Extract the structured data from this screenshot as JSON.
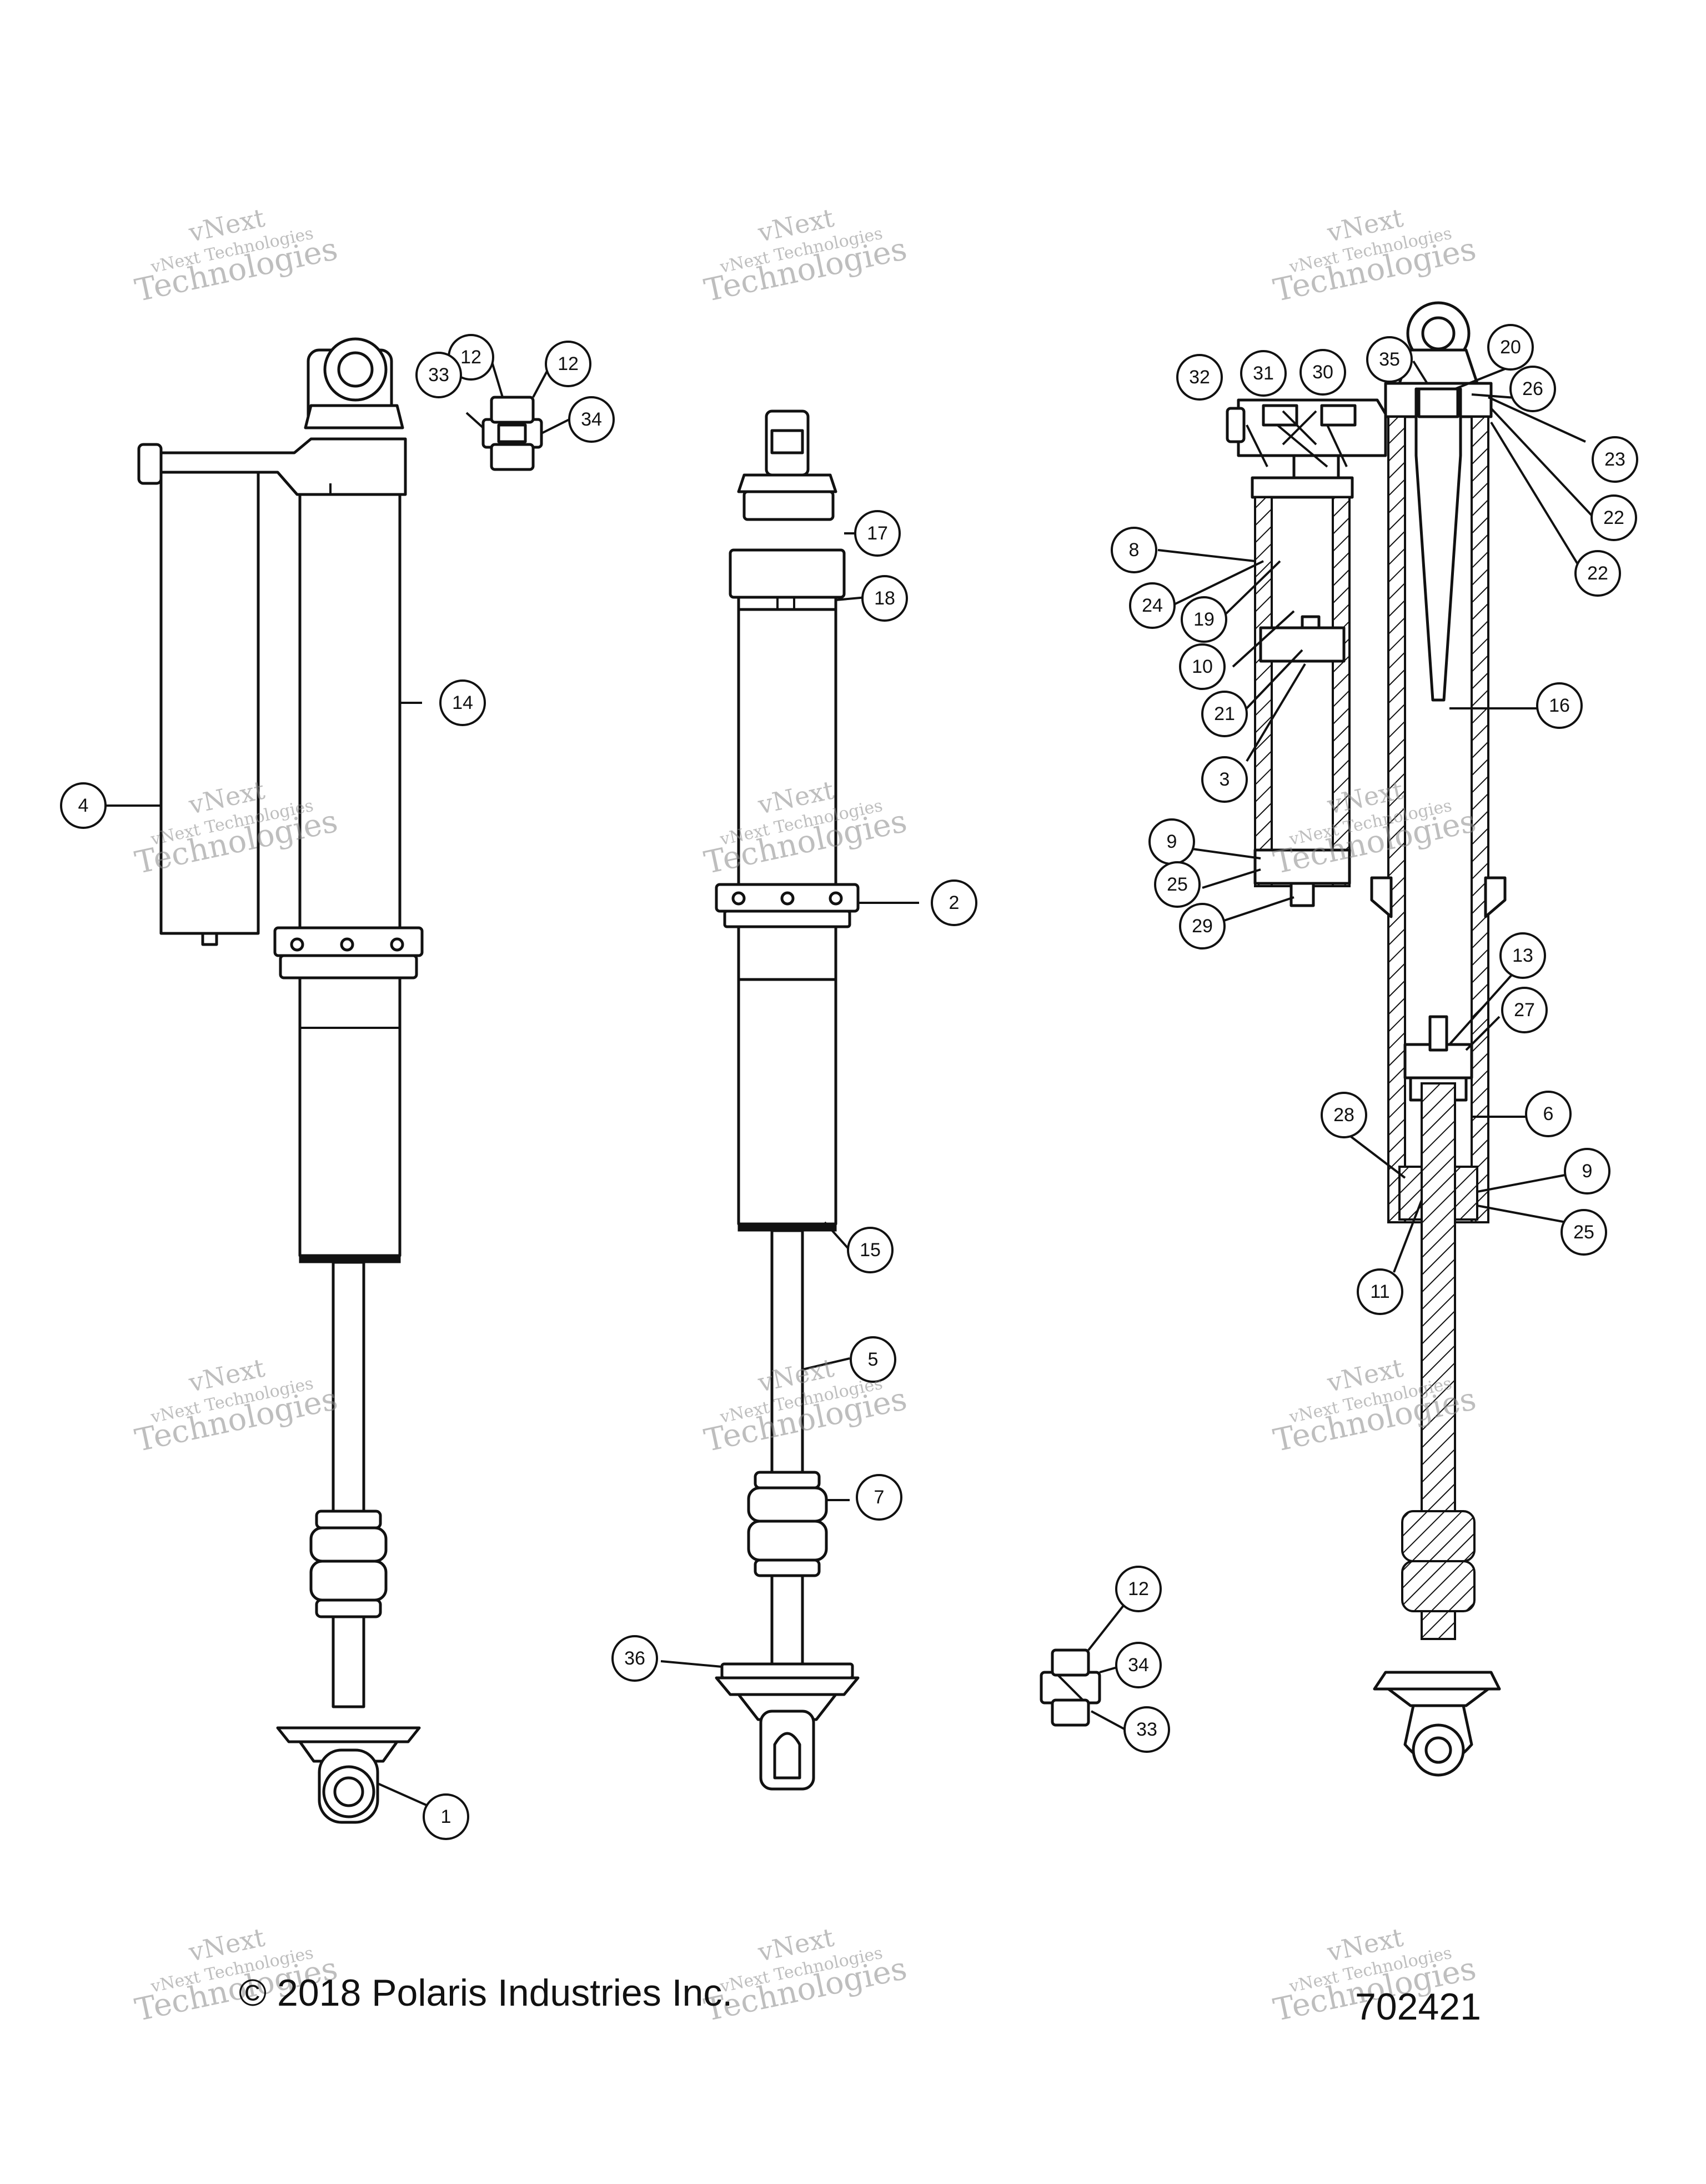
{
  "diagram": {
    "callouts": [
      {
        "n": "1"
      },
      {
        "n": "2"
      },
      {
        "n": "3"
      },
      {
        "n": "4"
      },
      {
        "n": "5"
      },
      {
        "n": "6"
      },
      {
        "n": "7"
      },
      {
        "n": "8"
      },
      {
        "n": "9"
      },
      {
        "n": "9"
      },
      {
        "n": "10"
      },
      {
        "n": "11"
      },
      {
        "n": "12"
      },
      {
        "n": "12"
      },
      {
        "n": "12"
      },
      {
        "n": "13"
      },
      {
        "n": "14"
      },
      {
        "n": "15"
      },
      {
        "n": "16"
      },
      {
        "n": "17"
      },
      {
        "n": "18"
      },
      {
        "n": "19"
      },
      {
        "n": "20"
      },
      {
        "n": "21"
      },
      {
        "n": "22"
      },
      {
        "n": "22"
      },
      {
        "n": "23"
      },
      {
        "n": "24"
      },
      {
        "n": "25"
      },
      {
        "n": "25"
      },
      {
        "n": "26"
      },
      {
        "n": "27"
      },
      {
        "n": "28"
      },
      {
        "n": "29"
      },
      {
        "n": "30"
      },
      {
        "n": "31"
      },
      {
        "n": "32"
      },
      {
        "n": "33"
      },
      {
        "n": "33"
      },
      {
        "n": "34"
      },
      {
        "n": "34"
      },
      {
        "n": "35"
      },
      {
        "n": "36"
      }
    ],
    "watermark": {
      "line1": "vNext",
      "line2": "vNext Technologies",
      "line3": "Technologies"
    },
    "copyright": "© 2018 Polaris Industries Inc.",
    "drawing_number": "702421"
  }
}
